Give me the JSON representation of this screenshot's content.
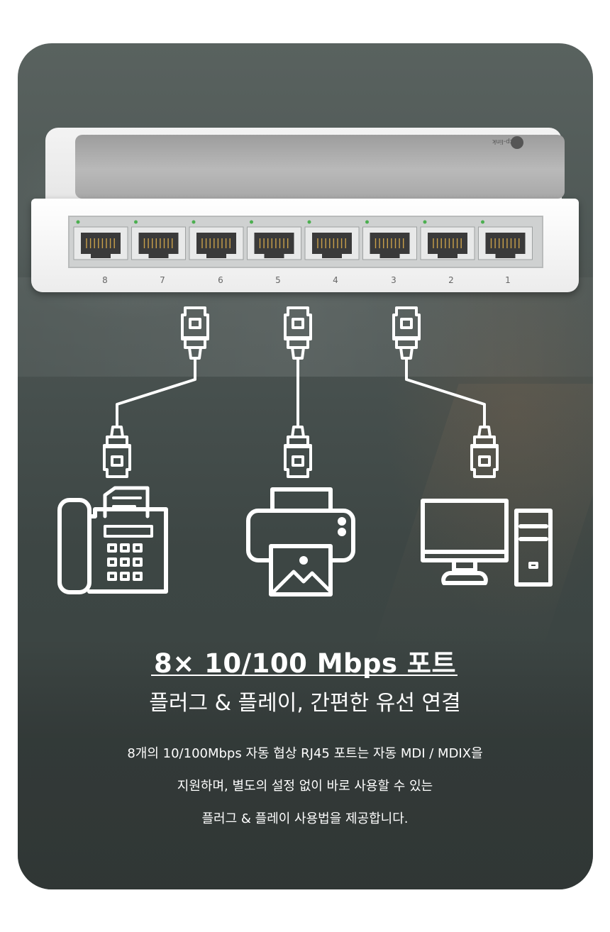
{
  "product": {
    "brand_logo": "tp-link",
    "port_numbers": [
      "8",
      "7",
      "6",
      "5",
      "4",
      "3",
      "2",
      "1"
    ]
  },
  "devices": [
    {
      "icon": "fax-phone-icon"
    },
    {
      "icon": "printer-icon"
    },
    {
      "icon": "desktop-computer-icon"
    }
  ],
  "headline": {
    "title": "8× 10/100 Mbps 포트",
    "subtitle": "플러그 & 플레이, 간편한 유선 연결"
  },
  "description": {
    "line1": "8개의 10/100Mbps 자동 협상 RJ45 포트는 자동 MDI / MDIX을",
    "line2": "지원하며, 별도의 설정 없이 바로 사용할 수 있는",
    "line3": "플러그 & 플레이 사용법을 제공합니다."
  },
  "colors": {
    "background": "#3f4846",
    "text": "#ffffff",
    "port_led": "#4caf50"
  }
}
